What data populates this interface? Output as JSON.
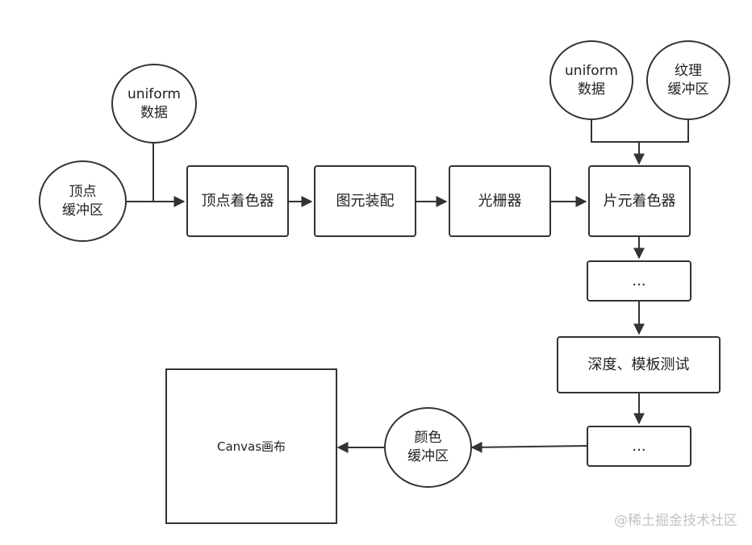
{
  "nodes": {
    "uniform_left": [
      "uniform",
      "数据"
    ],
    "vertex_buffer": [
      "顶点",
      "缓冲区"
    ],
    "vertex_shader": "顶点着色器",
    "primitive_assembly": "图元装配",
    "rasterizer": "光栅器",
    "uniform_right": [
      "uniform",
      "数据"
    ],
    "texture_buffer": [
      "纹理",
      "缓冲区"
    ],
    "fragment_shader": "片元着色器",
    "ellipsis_1": "...",
    "depth_stencil_test": "深度、模板测试",
    "ellipsis_2": "...",
    "color_buffer": [
      "颜色",
      "缓冲区"
    ],
    "canvas": "Canvas画布"
  },
  "watermark": "@稀土掘金技术社区"
}
